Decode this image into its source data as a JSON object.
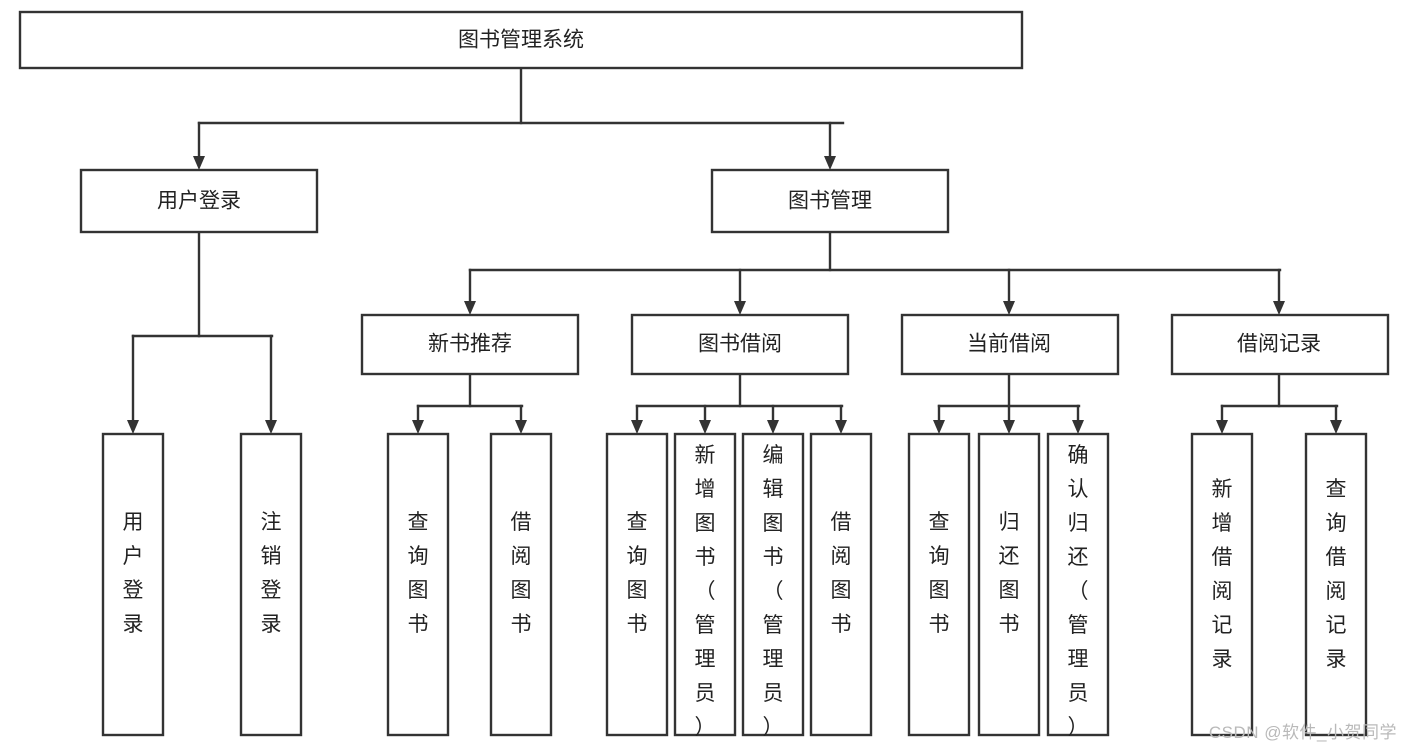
{
  "diagram": {
    "title": "图书管理系统",
    "type": "tree-hierarchy",
    "root": {
      "label": "图书管理系统"
    },
    "level1": [
      {
        "label": "用户登录"
      },
      {
        "label": "图书管理"
      }
    ],
    "level2": [
      {
        "label": "新书推荐",
        "parent": "图书管理"
      },
      {
        "label": "图书借阅",
        "parent": "图书管理"
      },
      {
        "label": "当前借阅",
        "parent": "图书管理"
      },
      {
        "label": "借阅记录",
        "parent": "图书管理"
      }
    ],
    "leaves": {
      "user_login": [
        {
          "label": "用户登录"
        },
        {
          "label": "注销登录"
        }
      ],
      "new_book_recommend": [
        {
          "label": "查询图书"
        },
        {
          "label": "借阅图书"
        }
      ],
      "book_borrow": [
        {
          "label": "查询图书"
        },
        {
          "label": "新增图书（管理员）"
        },
        {
          "label": "编辑图书（管理员）"
        },
        {
          "label": "借阅图书"
        }
      ],
      "current_borrow": [
        {
          "label": "查询图书"
        },
        {
          "label": "归还图书"
        },
        {
          "label": "确认归还（管理员）"
        }
      ],
      "borrow_record": [
        {
          "label": "新增借阅记录"
        },
        {
          "label": "查询借阅记录"
        }
      ]
    },
    "colors": {
      "box_border": "#333333",
      "box_fill": "#ffffff",
      "text": "#222222",
      "connector": "#333333",
      "background": "#ffffff"
    }
  },
  "watermark": {
    "text": "CSDN @软件_小贺同学"
  }
}
